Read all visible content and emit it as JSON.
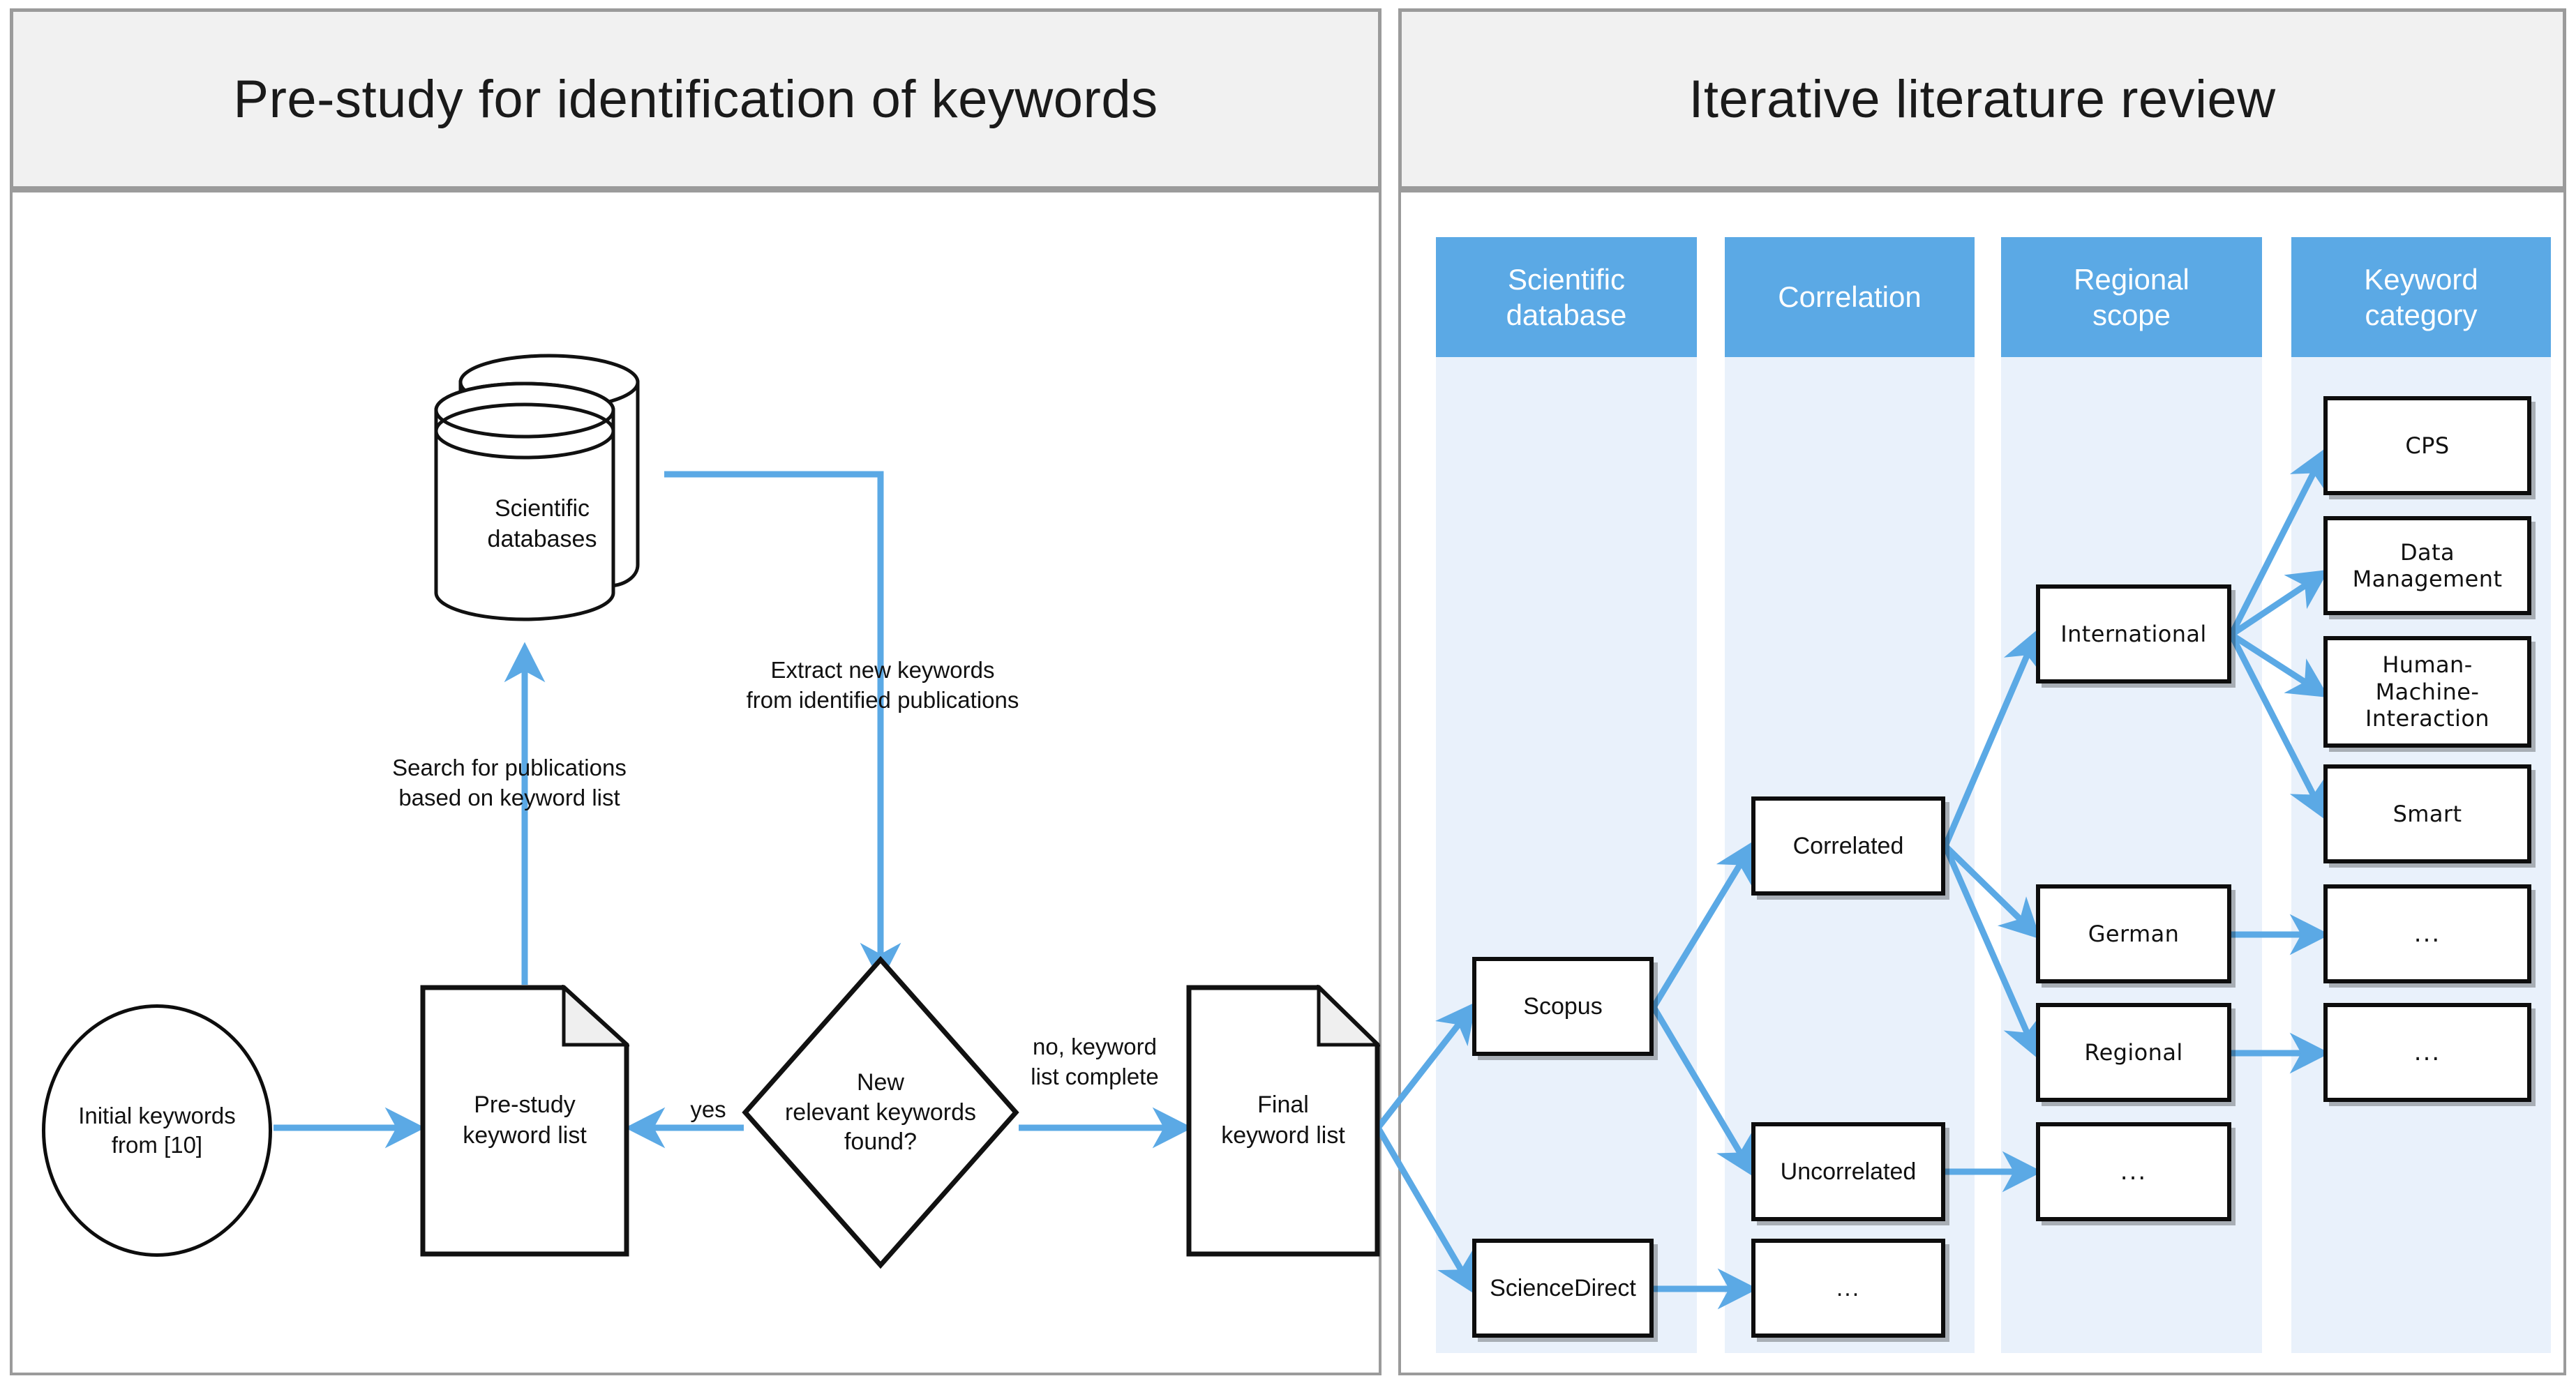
{
  "colors": {
    "arrow": "#5ba9e5",
    "band_head": "#5ba9e5",
    "band_fill": "#e9f1fb",
    "panel_border": "#9b9b9b",
    "panel_header_fill": "#f1f1f1",
    "node_border": "#0d0d0d"
  },
  "panels": [
    {
      "title": "Pre-study for identification of keywords"
    },
    {
      "title": "Iterative literature review"
    }
  ],
  "prestudy": {
    "nodes": {
      "initial_keywords": "Initial keywords\nfrom [10]",
      "prestudy_keyword_list": "Pre-study\nkeyword list",
      "decision": "New\nrelevant keywords\nfound?",
      "final_keyword_list": "Final\nkeyword list",
      "scientific_databases": "Scientific\ndatabases"
    },
    "edge_labels": {
      "search": "Search for publications\nbased on keyword list",
      "extract": "Extract new keywords\nfrom identified publications",
      "yes": "yes",
      "no": "no, keyword\nlist complete"
    }
  },
  "review": {
    "columns": [
      {
        "header": "Scientific\ndatabase",
        "items": [
          "Scopus",
          "ScienceDirect"
        ]
      },
      {
        "header": "Correlation",
        "items": [
          "Correlated",
          "Uncorrelated",
          "..."
        ]
      },
      {
        "header": "Regional\nscope",
        "items": [
          "International",
          "German",
          "Regional",
          "..."
        ]
      },
      {
        "header": "Keyword\ncategory",
        "items": [
          "CPS",
          "Data\nManagement",
          "Human-\nMachine-\nInteraction",
          "Smart",
          "...",
          "..."
        ]
      }
    ]
  }
}
